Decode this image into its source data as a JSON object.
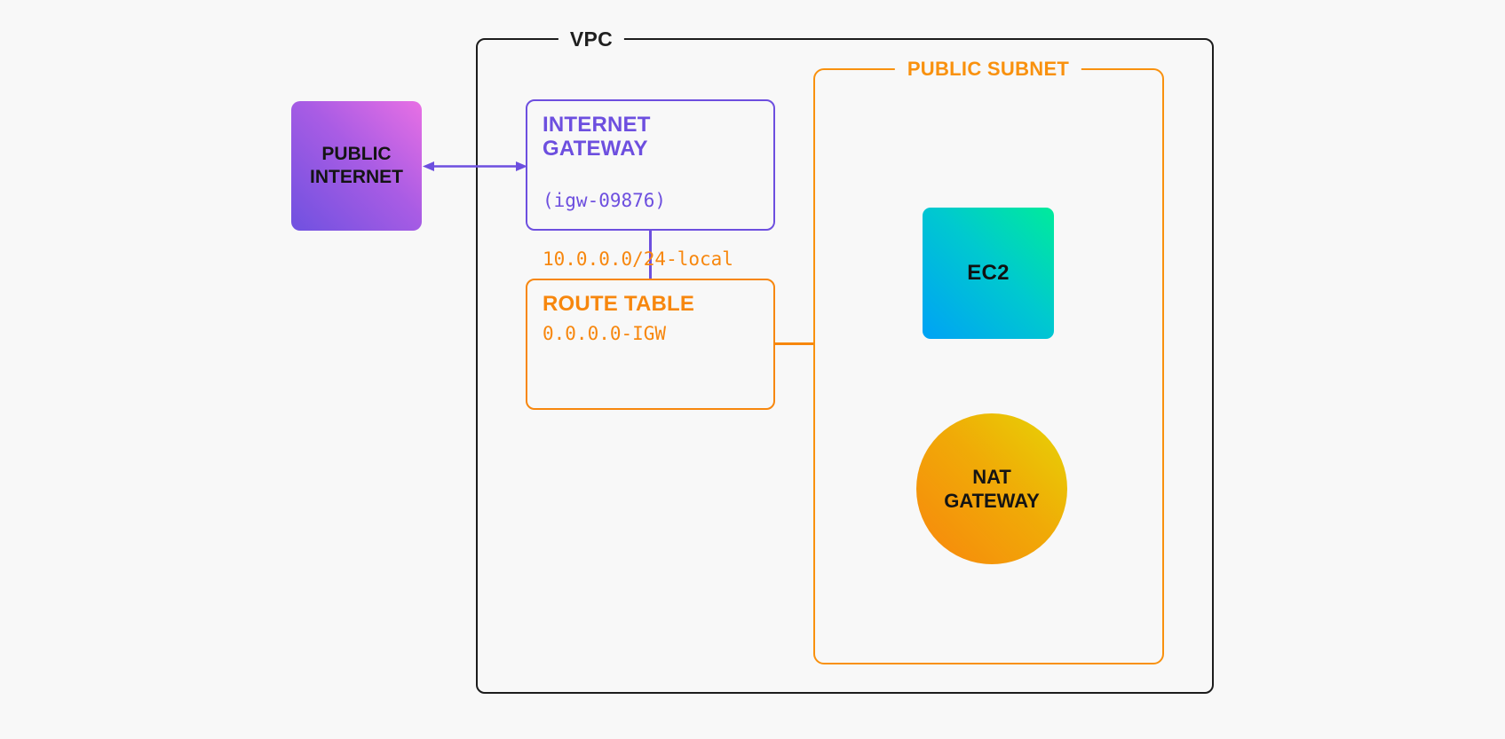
{
  "background": "#f8f8f8",
  "colors": {
    "vpc_border": "#1c1c1c",
    "purple": "#6d4fdf",
    "orange": "#f7870e",
    "text_dark": "#141414",
    "public_internet_gradient": [
      "#6f51e0",
      "#e870e4"
    ],
    "ec2_gradient": [
      "#00a2f5",
      "#00eb9b"
    ],
    "nat_gradient": [
      "#f8860d",
      "#e6d505"
    ]
  },
  "vpc": {
    "label": "VPC"
  },
  "public_internet": {
    "label": "PUBLIC INTERNET"
  },
  "internet_gateway": {
    "title": "INTERNET GATEWAY",
    "id": "(igw-09876)"
  },
  "route_table": {
    "title": "ROUTE TABLE",
    "routes": [
      "10.0.0.0/24-local",
      "0.0.0.0-IGW"
    ]
  },
  "public_subnet": {
    "label": "PUBLIC SUBNET"
  },
  "ec2": {
    "label": "EC2"
  },
  "nat_gateway": {
    "label": "NAT GATEWAY"
  }
}
